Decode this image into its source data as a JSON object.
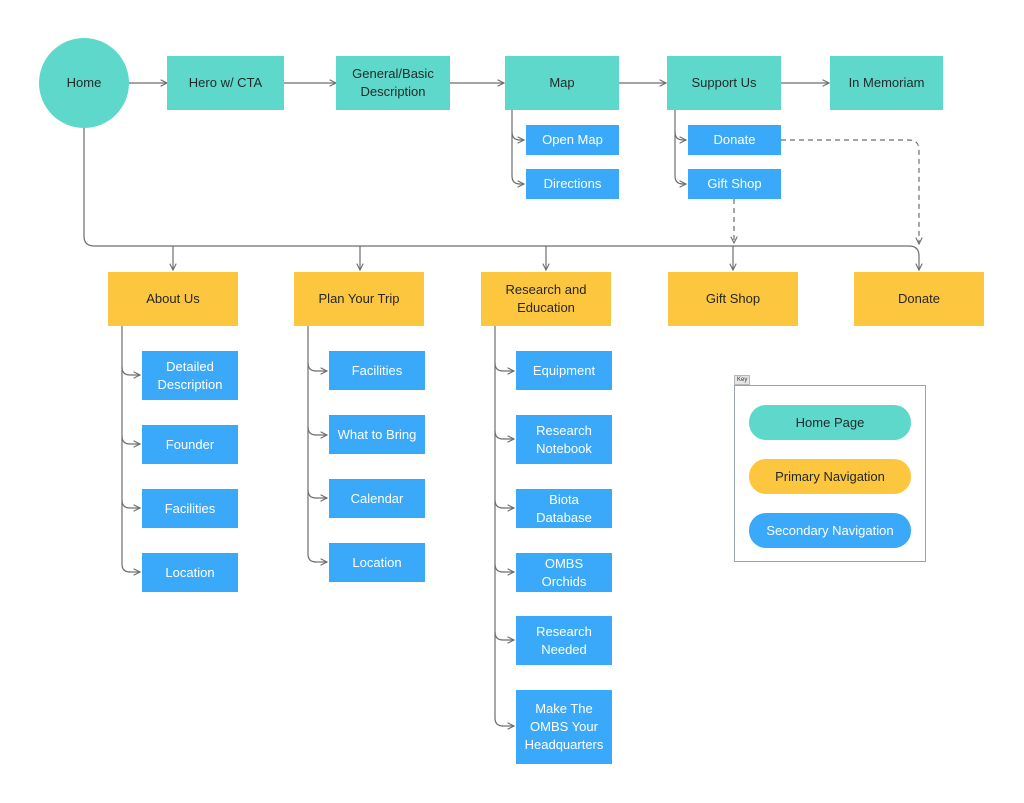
{
  "colors": {
    "home": "#5dd8cb",
    "primary": "#fdc63f",
    "secondary": "#3aa9fa",
    "line": "#6d6d6d"
  },
  "top_row": {
    "home": "Home",
    "hero": "Hero w/ CTA",
    "general": "General/Basic Description",
    "map": "Map",
    "support": "Support Us",
    "memoriam": "In Memoriam"
  },
  "map_children": [
    "Open Map",
    "Directions"
  ],
  "support_children": [
    "Donate",
    "Gift Shop"
  ],
  "primary_nav": {
    "about": "About Us",
    "plan": "Plan Your Trip",
    "research": "Research and Education",
    "gift": "Gift Shop",
    "donate": "Donate"
  },
  "about_children": [
    "Detailed Description",
    "Founder",
    "Facilities",
    "Location"
  ],
  "plan_children": [
    "Facilities",
    "What to Bring",
    "Calendar",
    "Location"
  ],
  "research_children": [
    "Equipment",
    "Research Notebook",
    "Biota Database",
    "OMBS Orchids",
    "Research Needed",
    "Make The OMBS Your Headquarters"
  ],
  "key": {
    "label": "Key",
    "home": "Home Page",
    "primary": "Primary Navigation",
    "secondary": "Secondary Navigation"
  }
}
